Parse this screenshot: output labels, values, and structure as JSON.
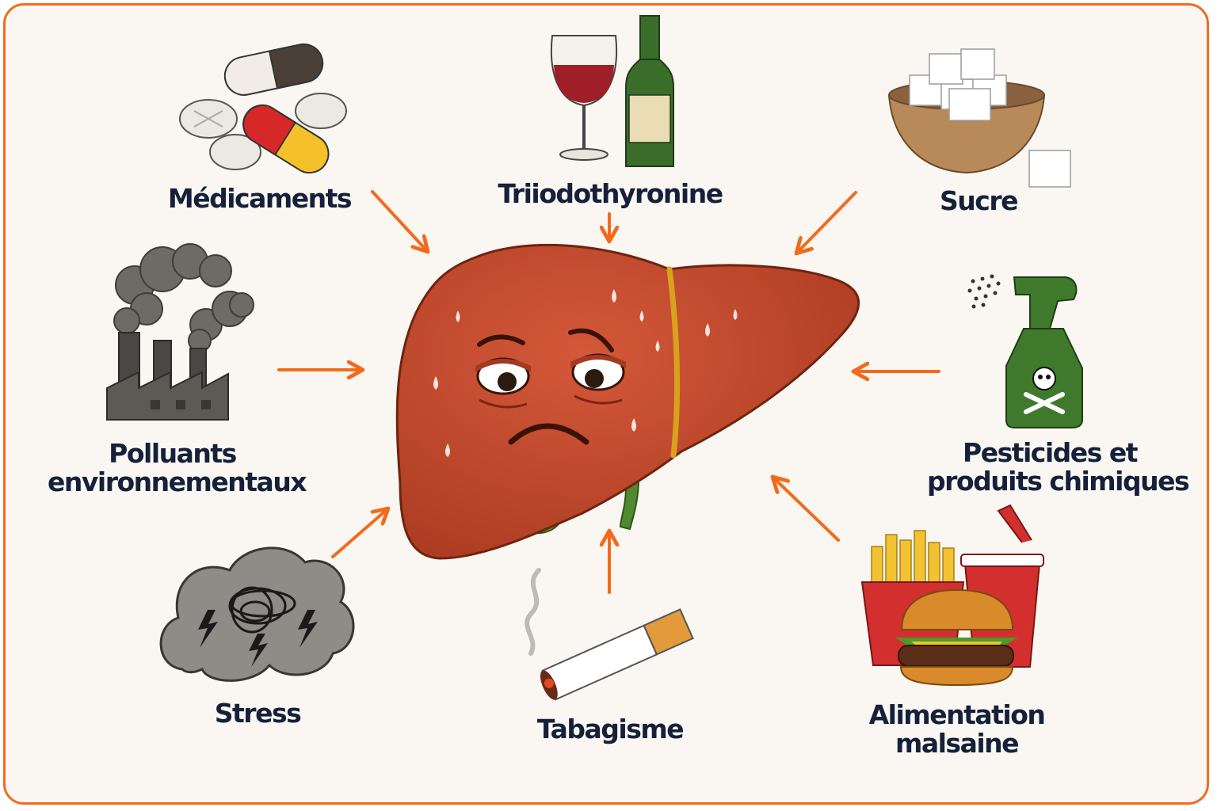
{
  "colors": {
    "frame": "#f26b1d",
    "arrow": "#f26b1d",
    "text": "#15203a",
    "liver": "#c2462c",
    "gallbladder": "#4f8a2e"
  },
  "center": {
    "icon": "sad-sweating-liver-icon"
  },
  "factors": {
    "medications": {
      "label": "Médicaments",
      "icon": "pills-icon"
    },
    "triiodothyronine": {
      "label": "Triiodothyronine",
      "icon": "wine-glass-bottle-icon"
    },
    "sugar": {
      "label": "Sucre",
      "icon": "sugar-bowl-icon"
    },
    "pollutants": {
      "line1": "Polluants",
      "line2": "environnementaux",
      "icon": "factory-smoke-icon"
    },
    "pesticides": {
      "line1": "Pesticides et",
      "line2": "produits chimiques",
      "icon": "toxic-spray-bottle-icon"
    },
    "stress": {
      "label": "Stress",
      "icon": "storm-cloud-icon"
    },
    "smoking": {
      "label": "Tabagisme",
      "icon": "cigarette-icon"
    },
    "junk_food": {
      "line1": "Alimentation",
      "line2": "malsaine",
      "icon": "fast-food-icon"
    }
  }
}
